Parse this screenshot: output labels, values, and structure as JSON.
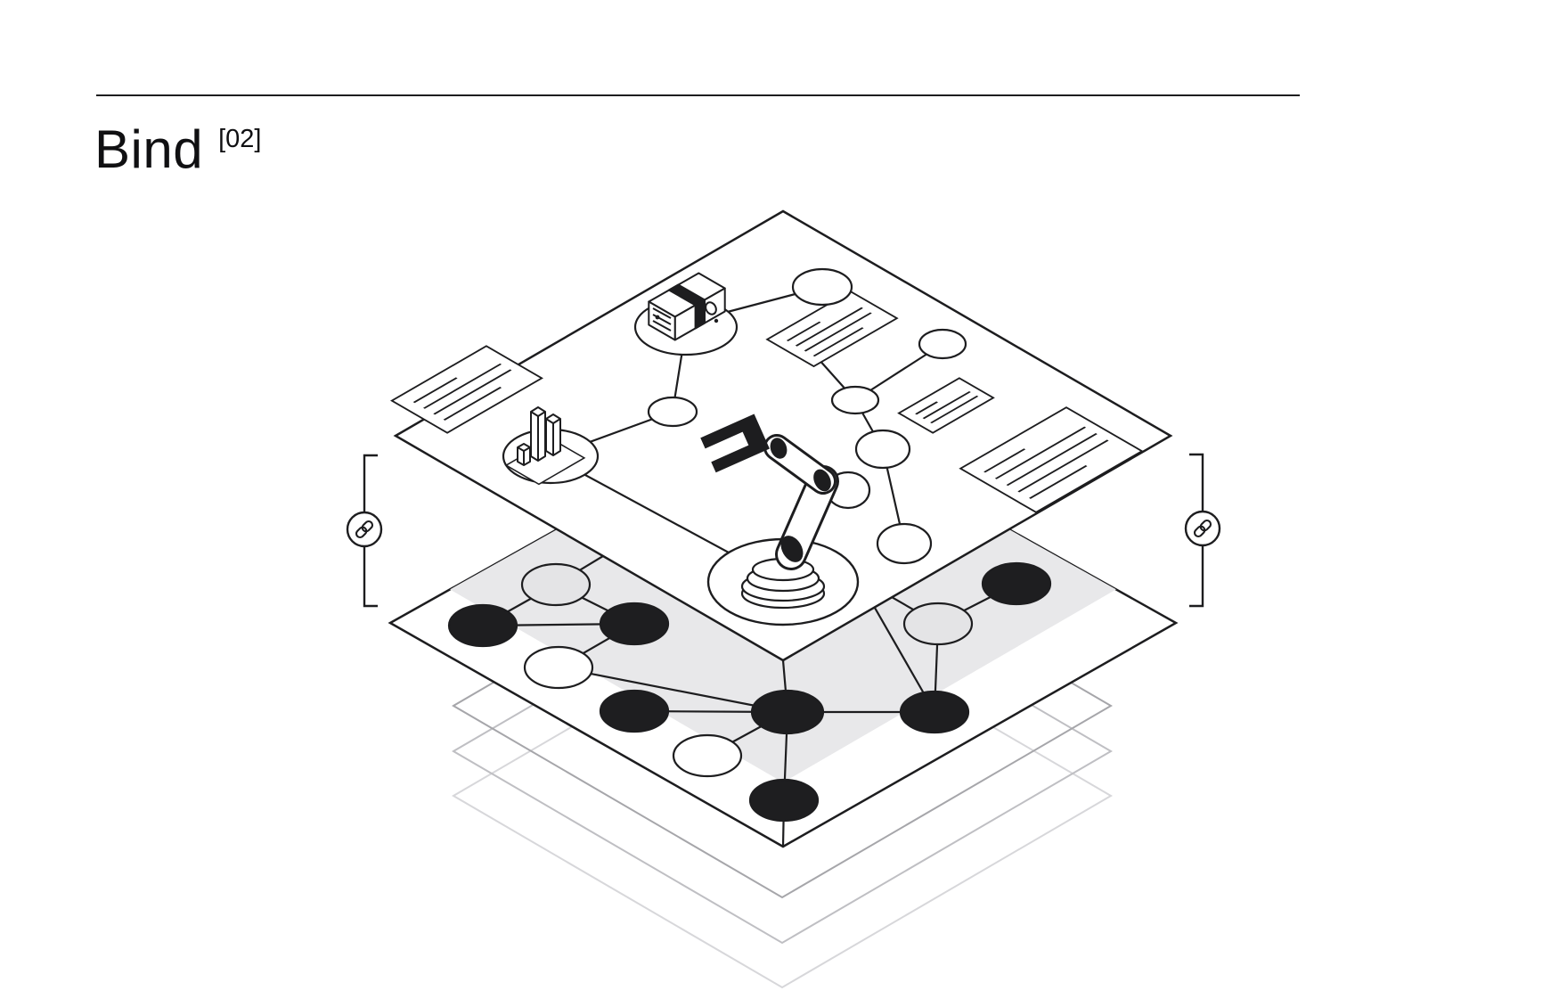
{
  "header": {
    "title": "Bind",
    "index": "[02]"
  },
  "theme": {
    "ink": "#1d1d1f",
    "paper": "#ffffff",
    "shadow": "#e8e8ea",
    "ghost-near": "#a6a6aa",
    "ghost-mid": "#bfbfc3",
    "ghost-far": "#d7d7da",
    "node-dark": "#1e1e20",
    "node-gray": "#e4e4e6"
  },
  "illustration": {
    "name": "layer-binding-diagram",
    "top_layer": {
      "icons": [
        "money-stack-icon",
        "bar-chart-icon",
        "robot-arm-icon"
      ],
      "document_count": 4,
      "node_count": 8
    },
    "bottom_layer": {
      "node_count": 11,
      "dark_node_count": 7,
      "light_node_count": 2,
      "shaded_node_count": 2
    },
    "ghost_layer_count": 3,
    "link_icon_count": 2
  }
}
